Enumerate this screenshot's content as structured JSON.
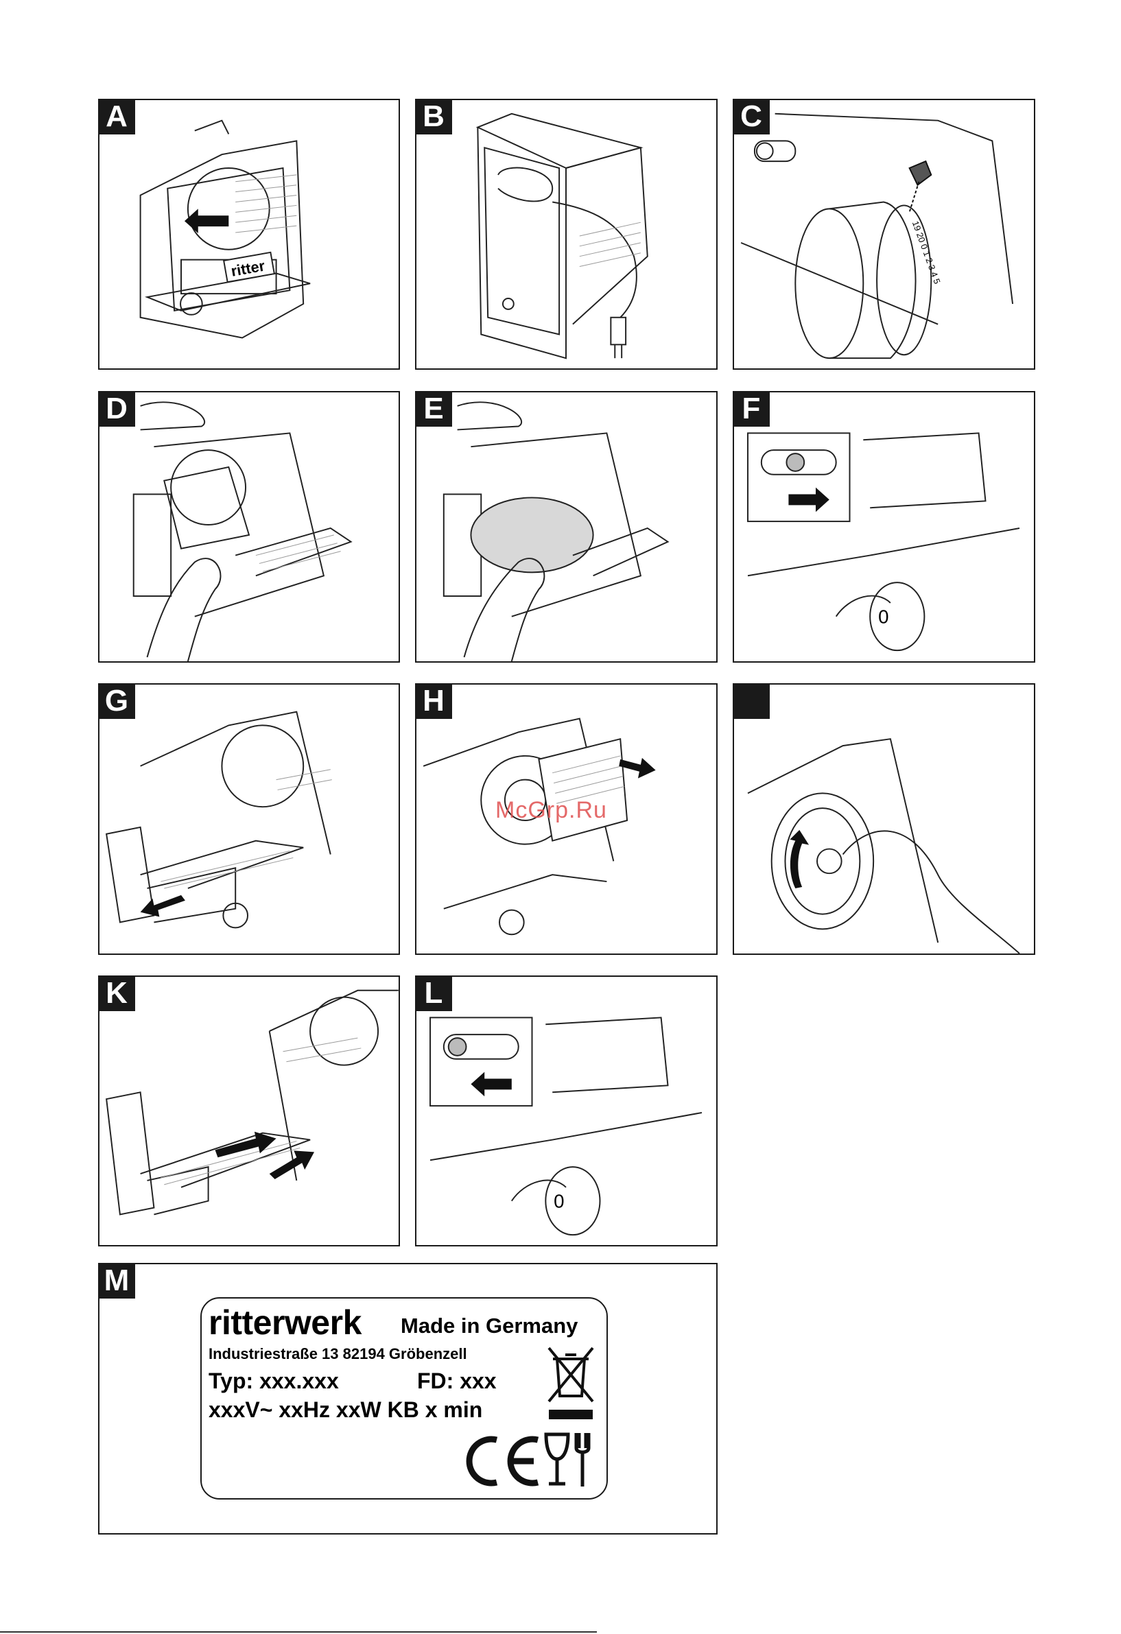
{
  "panels": [
    {
      "label": "A",
      "name": "panel-a"
    },
    {
      "label": "B",
      "name": "panel-b"
    },
    {
      "label": "C",
      "name": "panel-c"
    },
    {
      "label": "D",
      "name": "panel-d"
    },
    {
      "label": "E",
      "name": "panel-e"
    },
    {
      "label": "F",
      "name": "panel-f"
    },
    {
      "label": "G",
      "name": "panel-g"
    },
    {
      "label": "H",
      "name": "panel-h"
    },
    {
      "label": "",
      "name": "panel-i"
    },
    {
      "label": "K",
      "name": "panel-k"
    },
    {
      "label": "L",
      "name": "panel-l"
    },
    {
      "label": "M",
      "name": "panel-m"
    }
  ],
  "illustration_text": {
    "ritter_logo": "ritter",
    "dial_zero": "0",
    "dial_scale": "19 20 0 1 2 3 4 5"
  },
  "watermark": "McGrp.Ru",
  "rating_plate": {
    "brand": "ritterwerk",
    "made_in": "Made in Germany",
    "address": "Industriestraße 13   82194 Gröbenzell",
    "type": "Typ: xxx.xxx",
    "fd": "FD: xxx",
    "electrical": "xxxV~  xxHz   xxW  KB x min",
    "marks": [
      "weee-bin-icon",
      "ce-mark-icon",
      "food-safe-icon"
    ]
  }
}
